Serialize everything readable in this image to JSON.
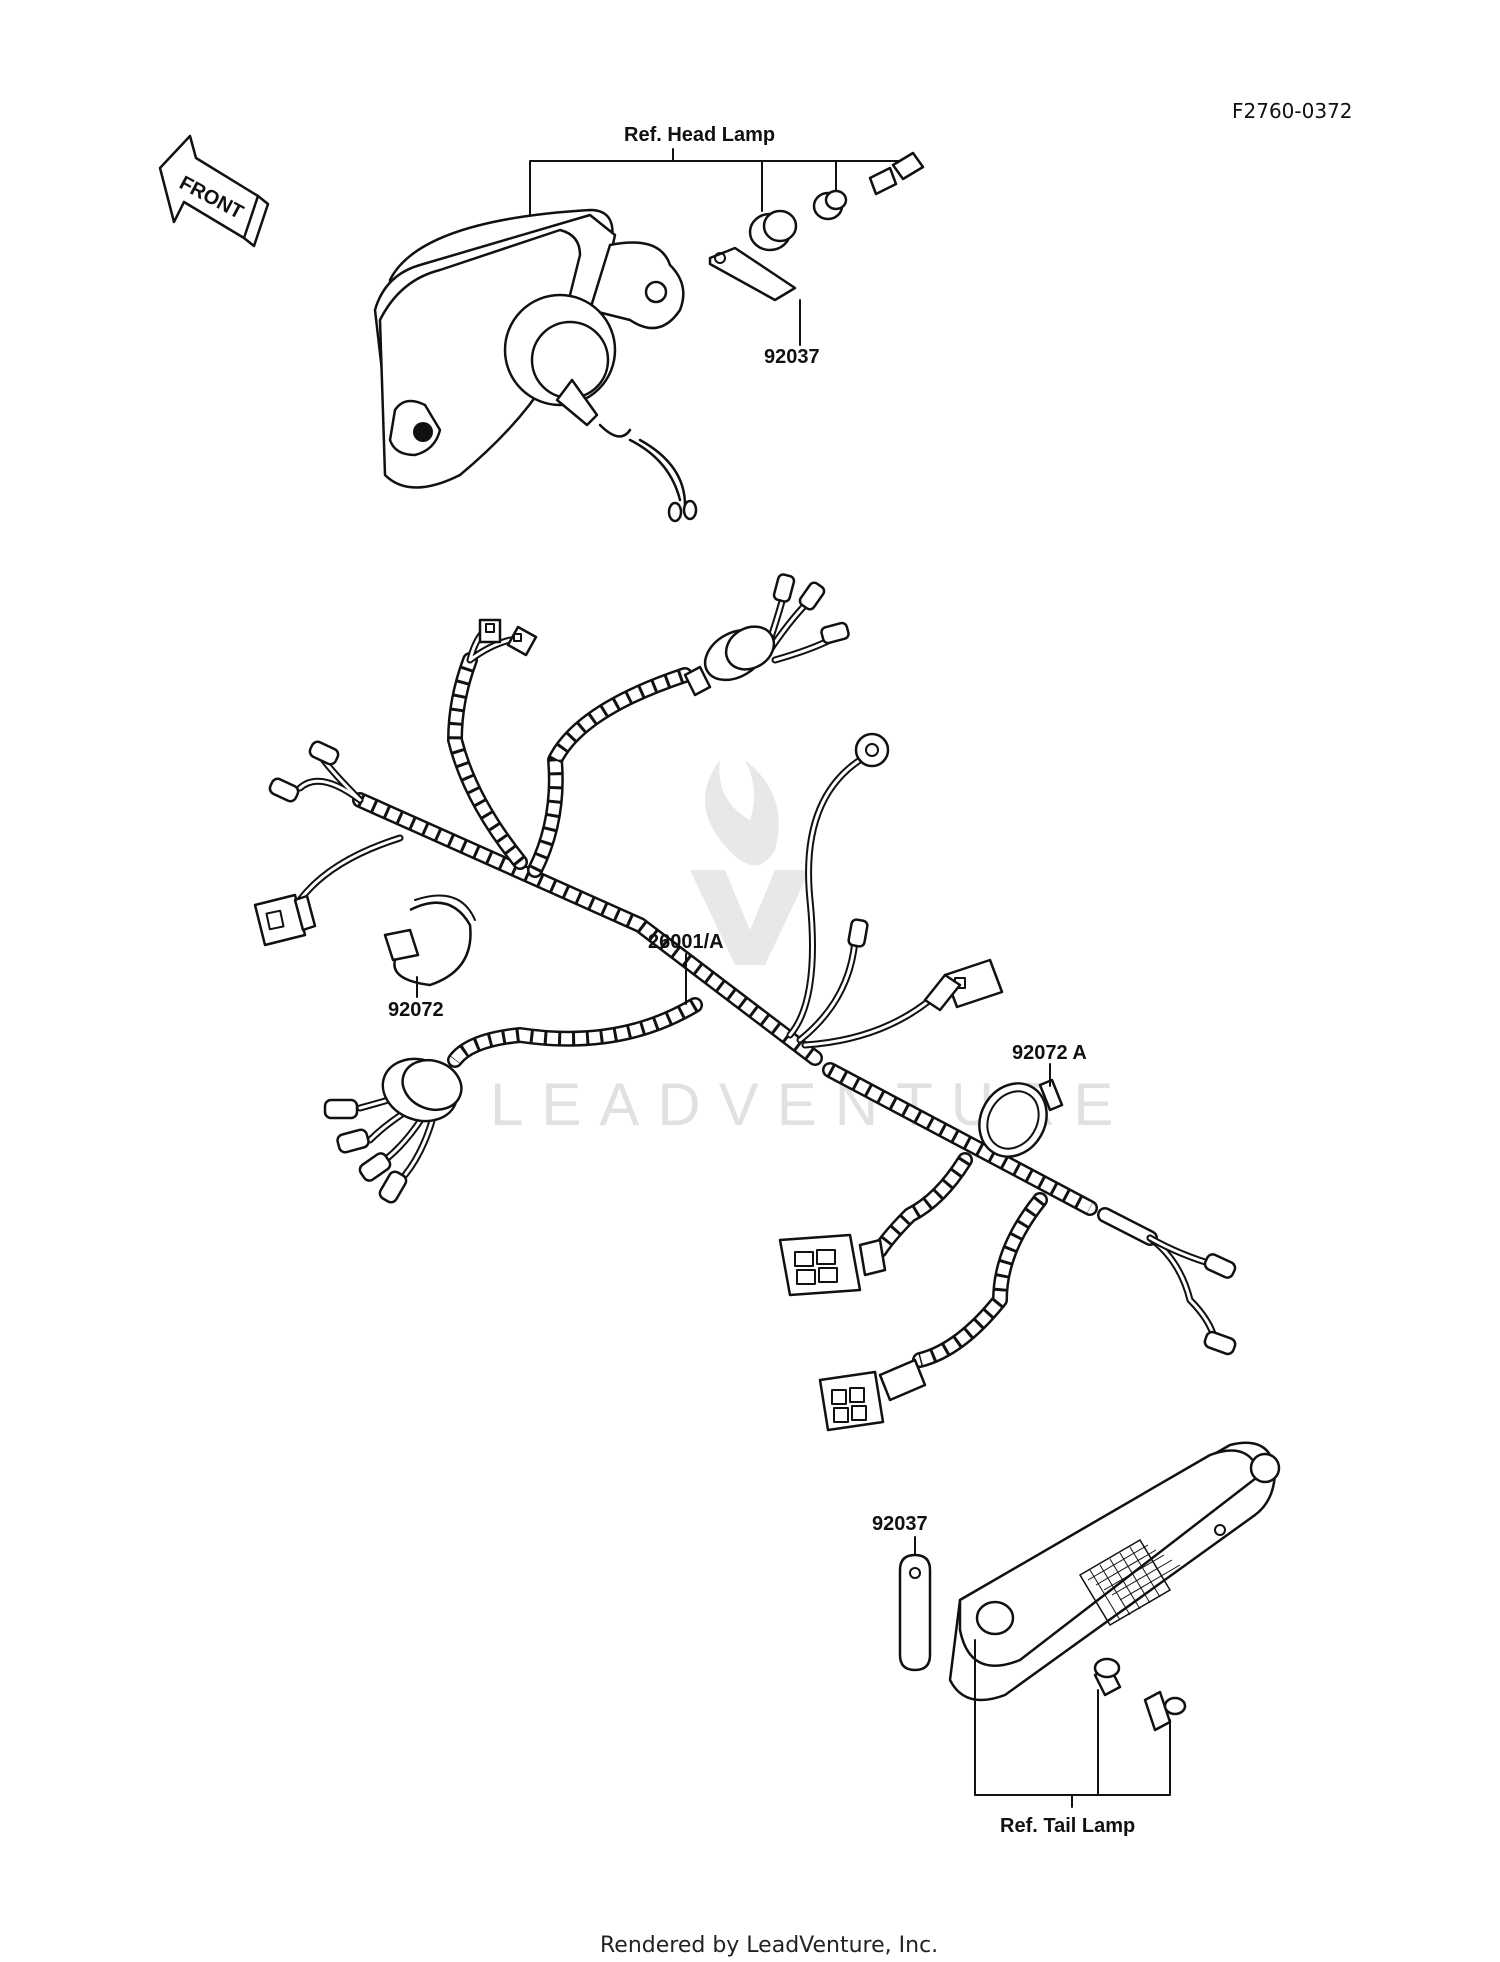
{
  "figure_code": "F2760-0372",
  "direction_arrow": {
    "label": "FRONT",
    "icon": "front-arrow-icon"
  },
  "callouts": {
    "head_lamp_ref": "Ref. Head Lamp",
    "head_lamp_clamp": "92037",
    "harness": "26001/A",
    "band_left": "92072",
    "band_right": "92072 A",
    "tail_lamp_clamp": "92037",
    "tail_lamp_ref": "Ref. Tail Lamp"
  },
  "watermark": "LEADVENTURE",
  "footer": "Rendered by LeadVenture, Inc."
}
